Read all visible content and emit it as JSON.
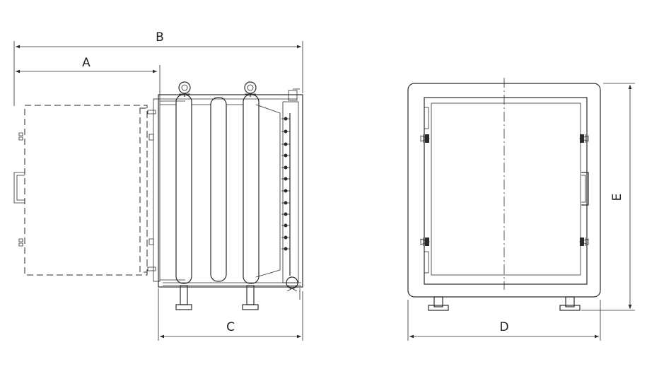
{
  "dimensions": {
    "a": "A",
    "b": "B",
    "c": "C",
    "d": "D",
    "e": "E"
  },
  "colors": {
    "line": "#2b2b2b",
    "background": "#ffffff"
  }
}
